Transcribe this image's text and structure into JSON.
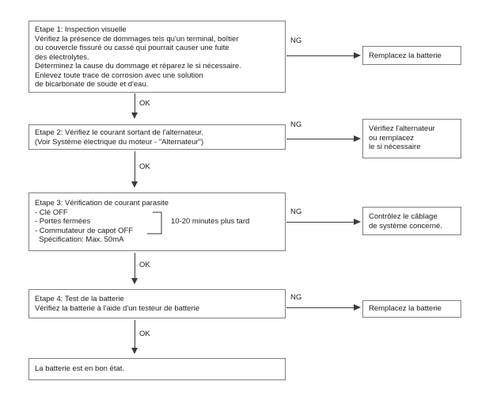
{
  "labels": {
    "ok": "OK",
    "ng": "NG"
  },
  "steps": [
    {
      "text": "Etape 1: Inspection visuelle\nVérifiez la présence de dommages tels qu'un terminal, boîtier\nou couvercle fissuré ou cassé qui pourrait causer une fuite\ndes électrolytes.\nDéterminez la cause du dommage et réparez le si nécessaire.\nEnlevez toute trace de corrosion avec une solution\nde bicarbonate de soude et d'eau."
    },
    {
      "text": "Etape 2: Vérifiez le courant sortant de l'alternateur.\n(Voir Système électrique du moteur - \"Alternateur\")"
    },
    {
      "text": "Etape 3: Vérification de courant parasite\n- Clé OFF\n- Portes fermées\n- Commutateur de capot OFF\n  Spécification: Max. 50mA",
      "annotation": "10-20 minutes plus tard"
    },
    {
      "text": "Etape 4: Test de la batterie\nVérifiez la batterie à l'aide d'un testeur de batterie"
    }
  ],
  "ng_actions": [
    {
      "text": "Remplacez la batterie"
    },
    {
      "text": "Vérifiez l'alternateur\nou remplacez\nle si nécessaire"
    },
    {
      "text": "Contrôlez le câblage\nde système concerné."
    },
    {
      "text": "Remplacez la batterie"
    }
  ],
  "result": {
    "text": "La batterie est en bon état."
  },
  "colors": {
    "border": "#7f7f7f",
    "text": "#1c1c1c",
    "line": "#3a3a3a"
  }
}
